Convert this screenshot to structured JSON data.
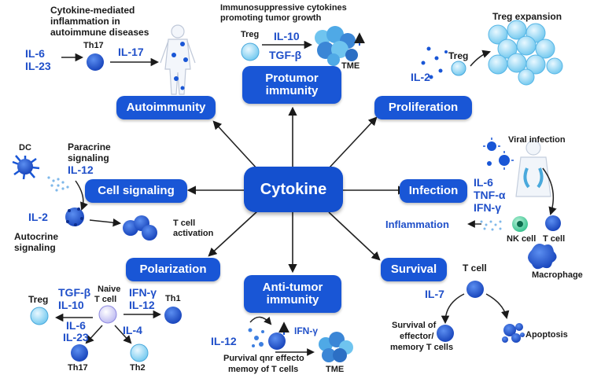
{
  "center": "Cytokine",
  "nodes": {
    "autoimmunity": "Autoimmunity",
    "protumor": "Protumor immunity",
    "proliferation": "Proliferation",
    "cell_signaling": "Cell signaling",
    "infection": "Infection",
    "polarization": "Polarization",
    "antitumor": "Anti-tumor immunity",
    "survival": "Survival"
  },
  "autoimmunity": {
    "title_l1": "Cytokine-mediated",
    "title_l2": "inflammation in",
    "title_l3": "autoimmune diseases",
    "il6": "IL-6",
    "il23": "IL-23",
    "cell": "Th17",
    "il17": "IL-17"
  },
  "protumor": {
    "title_l1": "Immunosuppressive cytokines",
    "title_l2": "promoting tumor growth",
    "cell": "Treg",
    "il10": "IL-10",
    "tgfb": "TGF-β",
    "tme": "TME"
  },
  "proliferation": {
    "title": "Treg expansion",
    "cell": "Treg",
    "il2": "IL-2"
  },
  "cell_signaling": {
    "dc": "DC",
    "paracrine_l1": "Paracrine",
    "paracrine_l2": "signaling",
    "il12": "IL-12",
    "il2": "IL-2",
    "autocrine_l1": "Autocrine",
    "autocrine_l2": "signaling",
    "activation_l1": "T cell",
    "activation_l2": "activation"
  },
  "infection": {
    "viral": "Viral infection",
    "il6": "IL-6",
    "tnfa": "TNF-α",
    "ifng": "IFN-γ",
    "inflammation": "Inflammation",
    "nk": "NK cell",
    "tcell": "T cell",
    "macrophage": "Macrophage"
  },
  "polarization": {
    "treg": "Treg",
    "tgfb": "TGF-β",
    "il10": "IL-10",
    "naive_l1": "Naive",
    "naive_l2": "T cell",
    "ifng": "IFN-γ",
    "il12": "IL-12",
    "th1": "Th1",
    "il6": "IL-6",
    "il23": "IL-23",
    "il4": "IL-4",
    "th17": "Th17",
    "th2": "Th2"
  },
  "antitumor": {
    "il12": "IL-12",
    "ifng": "IFN-γ",
    "caption_l1": "Purvival qnr effecto",
    "caption_l2": "memoy of T cells",
    "tme": "TME"
  },
  "survival": {
    "tcell": "T cell",
    "il7": "IL-7",
    "survival_l1": "Survival of",
    "survival_l2": "effector/",
    "survival_l3": "memory T cells",
    "apoptosis": "Apoptosis"
  },
  "colors": {
    "pill": "#1956d6",
    "text_blue": "#1f4fc9",
    "cell_dark": "#1846c4",
    "cell_light": "#8fd3f2"
  }
}
